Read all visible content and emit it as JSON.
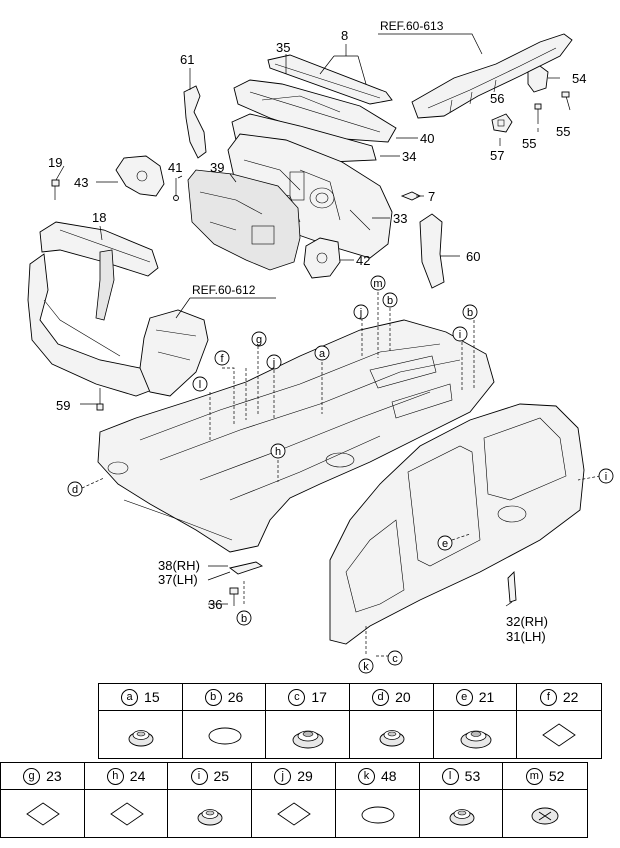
{
  "parts": {
    "p8": "8",
    "p35": "35",
    "p61": "61",
    "p40": "40",
    "p34": "34",
    "p19": "19",
    "p43": "43",
    "p41": "41",
    "p39": "39",
    "p7": "7",
    "p33": "33",
    "p18": "18",
    "p60": "60",
    "p42": "42",
    "p54": "54",
    "p56": "56",
    "p57": "57",
    "p55a": "55",
    "p55b": "55",
    "p59": "59",
    "p36": "36",
    "p38": "38(RH)",
    "p37": "37(LH)",
    "p32": "32(RH)",
    "p31": "31(LH)"
  },
  "refs": {
    "r613": "REF.60-613",
    "r612": "REF.60-612"
  },
  "callouts": {
    "m": "m",
    "b1": "b",
    "b2": "b",
    "j1": "j",
    "i1": "i",
    "g": "g",
    "f": "f",
    "j2": "j",
    "a": "a",
    "l1": "l",
    "h": "h",
    "d": "d",
    "i2": "i",
    "e": "e",
    "b3": "b",
    "k": "k",
    "c": "c"
  },
  "legend": [
    [
      {
        "letter": "a",
        "part": "15",
        "icon": "grommet-icon"
      },
      {
        "letter": "b",
        "part": "26",
        "icon": "oval-plug-icon"
      },
      {
        "letter": "c",
        "part": "17",
        "icon": "large-grommet-icon"
      },
      {
        "letter": "d",
        "part": "20",
        "icon": "grommet-icon"
      },
      {
        "letter": "e",
        "part": "21",
        "icon": "large-grommet-icon"
      },
      {
        "letter": "f",
        "part": "22",
        "icon": "diamond-seal-icon"
      }
    ],
    [
      {
        "letter": "g",
        "part": "23",
        "icon": "diamond-seal-icon"
      },
      {
        "letter": "h",
        "part": "24",
        "icon": "diamond-seal-icon"
      },
      {
        "letter": "i",
        "part": "25",
        "icon": "grommet-icon"
      },
      {
        "letter": "j",
        "part": "29",
        "icon": "diamond-seal-icon"
      },
      {
        "letter": "k",
        "part": "48",
        "icon": "oval-plug-icon"
      },
      {
        "letter": "l",
        "part": "53",
        "icon": "grommet-icon"
      },
      {
        "letter": "m",
        "part": "52",
        "icon": "cross-plug-icon"
      }
    ]
  ]
}
